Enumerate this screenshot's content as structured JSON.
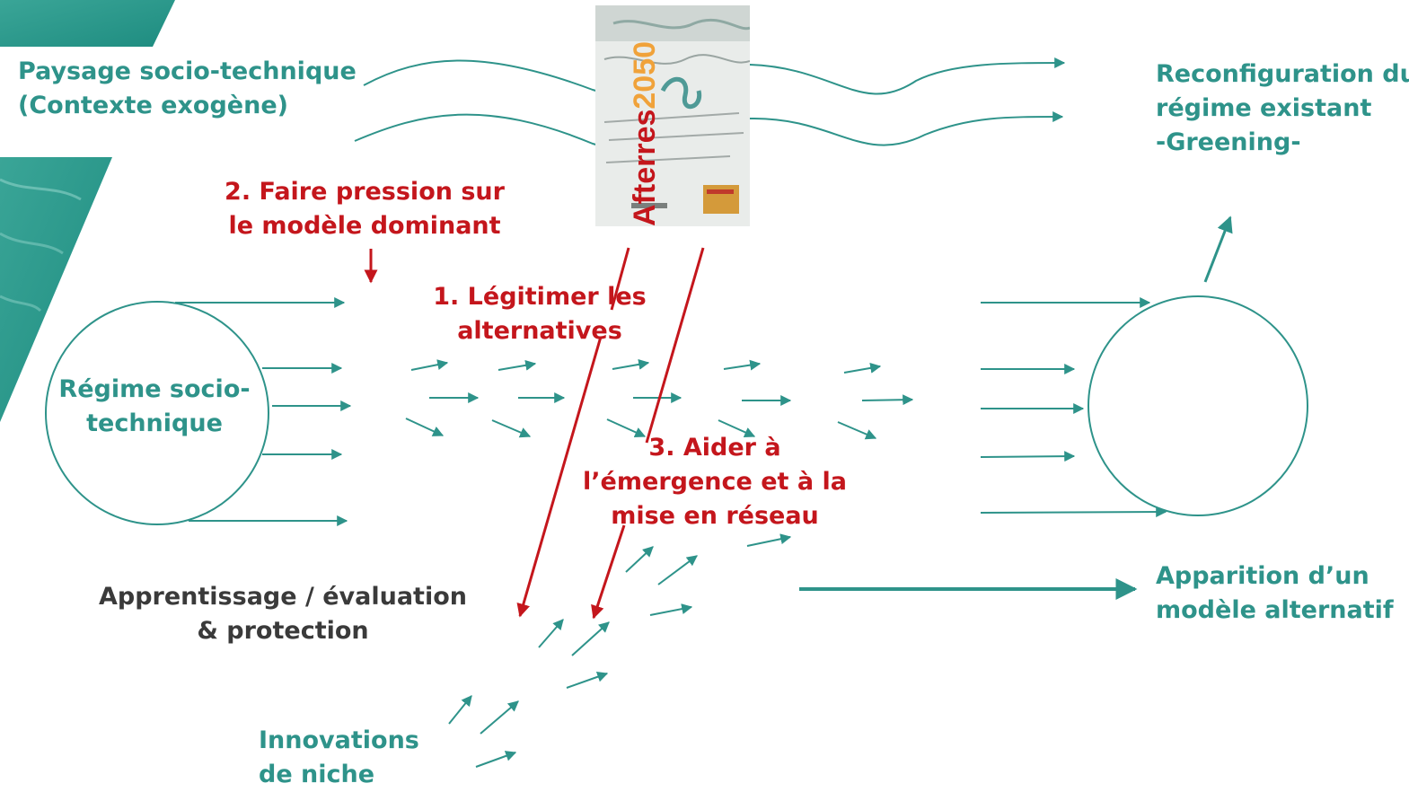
{
  "landscape": {
    "label_line1": "Paysage socio-technique",
    "label_line2": "(Contexte exogène)"
  },
  "regime": {
    "label_line1": "Régime socio-",
    "label_line2": "technique"
  },
  "outcome_reconfiguration": {
    "line1": "Reconfiguration du",
    "line2": "régime existant",
    "line3": "-Greening-"
  },
  "outcome_alternative": {
    "line1": "Apparition d’un",
    "line2": "modèle alternatif"
  },
  "learning": {
    "line1": "Apprentissage / évaluation",
    "line2": "& protection"
  },
  "niche": {
    "line1": "Innovations",
    "line2": "de niche"
  },
  "actions": [
    {
      "line1": "2. Faire pression sur",
      "line2": "le modèle dominant"
    },
    {
      "line1": "1. Légitimer les",
      "line2": "alternatives"
    },
    {
      "line1": "3. Aider à",
      "line2": "l’émergence et à la",
      "line3": "mise en réseau"
    }
  ],
  "book_cover": {
    "title": "Afterres",
    "year": "2050"
  },
  "colors": {
    "teal": "#2e938a",
    "red": "#c4161c",
    "text_dark": "#3a3a3a"
  }
}
